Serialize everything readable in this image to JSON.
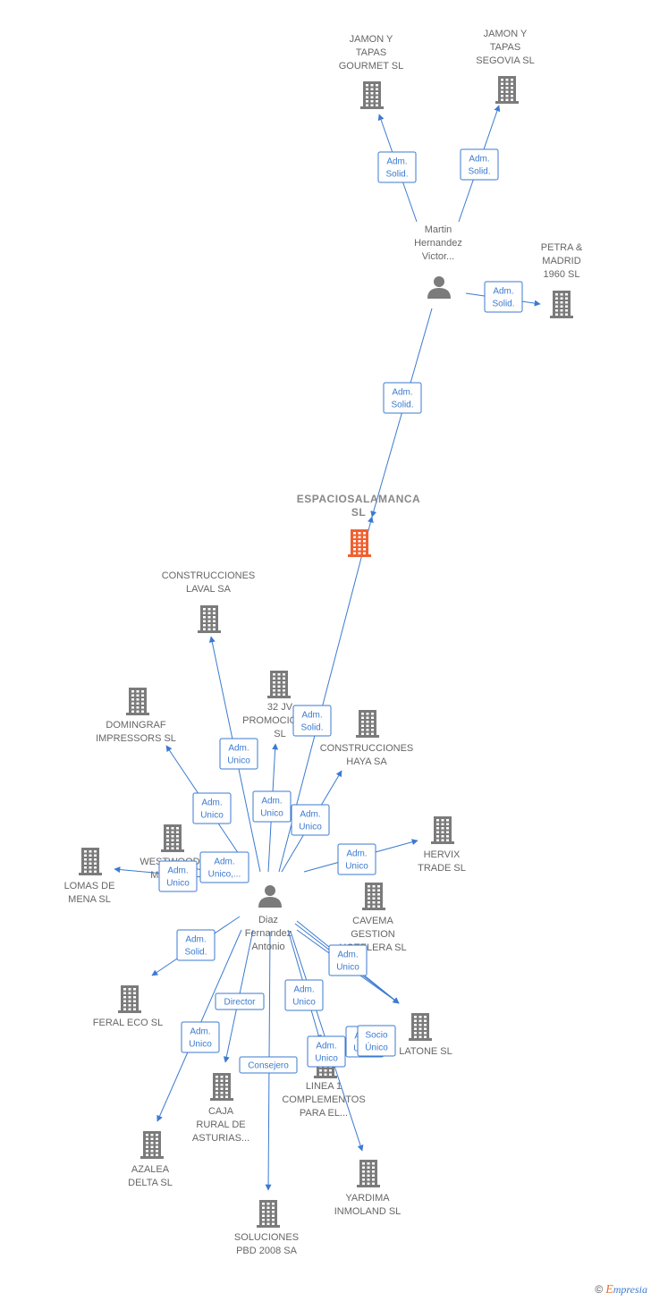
{
  "colors": {
    "company": "#7b7b7b",
    "focus": "#f06030",
    "person": "#7b7b7b",
    "edge": "#3b7ad1"
  },
  "nodes": [
    {
      "id": "jamon_gourmet",
      "type": "company",
      "lines": [
        "JAMON Y",
        "TAPAS",
        "GOURMET  SL"
      ]
    },
    {
      "id": "jamon_segovia",
      "type": "company",
      "lines": [
        "JAMON Y",
        "TAPAS",
        "SEGOVIA  SL"
      ]
    },
    {
      "id": "martin",
      "type": "person",
      "lines": [
        "Martin",
        "Hernandez",
        "Victor..."
      ]
    },
    {
      "id": "petra",
      "type": "company",
      "lines": [
        "PETRA &",
        "MADRID",
        "1960  SL"
      ]
    },
    {
      "id": "espacio",
      "type": "focus",
      "lines": [
        "ESPACIOSALAMANCA",
        "SL"
      ]
    },
    {
      "id": "laval",
      "type": "company",
      "lines": [
        "CONSTRUCCIONES",
        "LAVAL SA"
      ]
    },
    {
      "id": "domingraf",
      "type": "company",
      "lines": [
        "DOMINGRAF",
        "IMPRESSORS SL"
      ]
    },
    {
      "id": "jv32",
      "type": "company",
      "lines": [
        "32 JV",
        "PROMOCIONES",
        "SL"
      ]
    },
    {
      "id": "haya",
      "type": "company",
      "lines": [
        "CONSTRUCCIONES",
        "HAYA SA"
      ]
    },
    {
      "id": "west",
      "type": "company",
      "lines": [
        "WESTWOOD",
        "MADRID"
      ]
    },
    {
      "id": "lomas",
      "type": "company",
      "lines": [
        "LOMAS DE",
        "MENA  SL"
      ]
    },
    {
      "id": "hervix",
      "type": "company",
      "lines": [
        "HERVIX",
        "TRADE SL"
      ]
    },
    {
      "id": "diaz",
      "type": "person",
      "lines": [
        "Diaz",
        "Fernandez",
        "Antonio"
      ]
    },
    {
      "id": "cavema",
      "type": "company",
      "lines": [
        "CAVEMA",
        "GESTION",
        "HOTELERA SL"
      ]
    },
    {
      "id": "feral",
      "type": "company",
      "lines": [
        "FERAL ECO  SL"
      ]
    },
    {
      "id": "latone",
      "type": "company",
      "lines": [
        "LATONE SL"
      ]
    },
    {
      "id": "caja",
      "type": "company",
      "lines": [
        "CAJA",
        "RURAL DE",
        "ASTURIAS..."
      ]
    },
    {
      "id": "linea",
      "type": "company",
      "lines": [
        "LINEA 1",
        "COMPLEMENTOS",
        "PARA EL..."
      ]
    },
    {
      "id": "azalea",
      "type": "company",
      "lines": [
        "AZALEA",
        "DELTA  SL"
      ]
    },
    {
      "id": "yardima",
      "type": "company",
      "lines": [
        "YARDIMA",
        "INMOLAND SL"
      ]
    },
    {
      "id": "soluciones",
      "type": "company",
      "lines": [
        "SOLUCIONES",
        "PBD 2008 SA"
      ]
    }
  ],
  "edges": [
    {
      "from": "martin",
      "to": "jamon_gourmet",
      "label": [
        "Adm.",
        "Solid."
      ]
    },
    {
      "from": "martin",
      "to": "jamon_segovia",
      "label": [
        "Adm.",
        "Solid."
      ]
    },
    {
      "from": "martin",
      "to": "petra",
      "label": [
        "Adm.",
        "Solid."
      ]
    },
    {
      "from": "martin",
      "to": "espacio",
      "label": [
        "Adm.",
        "Solid."
      ]
    },
    {
      "from": "diaz",
      "to": "espacio",
      "label": [
        "Adm.",
        "Solid."
      ]
    },
    {
      "from": "diaz",
      "to": "laval",
      "label": [
        "Adm.",
        "Unico"
      ]
    },
    {
      "from": "diaz",
      "to": "domingraf",
      "label": [
        "Adm.",
        "Unico"
      ]
    },
    {
      "from": "diaz",
      "to": "jv32",
      "label": [
        "Adm.",
        "Unico"
      ]
    },
    {
      "from": "diaz",
      "to": "haya",
      "label": [
        "Adm.",
        "Unico"
      ]
    },
    {
      "from": "diaz",
      "to": "west",
      "label": [
        "Adm.",
        "Unico,..."
      ]
    },
    {
      "from": "diaz",
      "to": "lomas",
      "label": [
        "Adm.",
        "Unico"
      ]
    },
    {
      "from": "diaz",
      "to": "hervix",
      "label": [
        "Adm.",
        "Unico"
      ]
    },
    {
      "from": "diaz",
      "to": "cavema",
      "label": [
        "Adm.",
        "Unico"
      ]
    },
    {
      "from": "diaz",
      "to": "feral",
      "label": [
        "Adm.",
        "Solid."
      ]
    },
    {
      "from": "diaz",
      "to": "latone",
      "label": [
        "Adm.",
        "Unico"
      ]
    },
    {
      "from": "diaz",
      "to": "caja",
      "label": [
        "Director"
      ]
    },
    {
      "from": "diaz",
      "to": "linea",
      "label": [
        "Adm.",
        "Unico"
      ]
    },
    {
      "from": "diaz",
      "to": "azalea",
      "label": [
        "Adm.",
        "Unico"
      ]
    },
    {
      "from": "diaz",
      "to": "yardima",
      "label": [
        "Adm.",
        "Unico"
      ]
    },
    {
      "from": "diaz",
      "to": "latone",
      "label": [
        "Socio",
        "Único"
      ]
    },
    {
      "from": "diaz",
      "to": "soluciones",
      "label": [
        "Consejero"
      ]
    }
  ],
  "footer": {
    "copyright": "©",
    "brand_first": "E",
    "brand_rest": "mpresia"
  }
}
